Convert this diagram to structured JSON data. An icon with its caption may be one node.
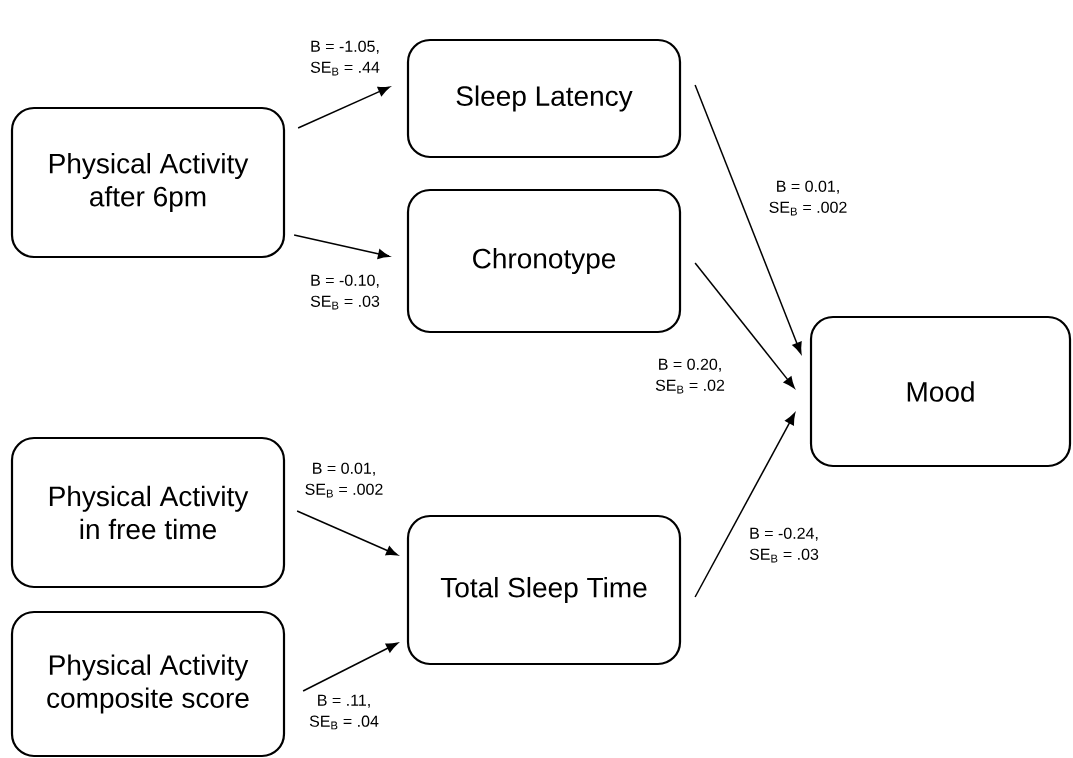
{
  "diagram": {
    "nodes": [
      {
        "text": [
          "Physical Activity after 6pm"
        ]
      },
      {
        "text": [
          "Sleep Latency"
        ]
      },
      {
        "text": [
          "Chronotype"
        ]
      },
      {
        "text": [
          "Physical Activity in free time"
        ]
      },
      {
        "text": [
          "Physical Activity composite score"
        ]
      },
      {
        "text": [
          "Total Sleep Time"
        ]
      },
      {
        "text": [
          "Mood"
        ]
      }
    ],
    "edges": [
      {
        "from": 0,
        "to": 1,
        "arrow": "to",
        "label": "B = -1.05, SE$_{B}$ = .44"
      },
      {
        "from": 0,
        "to": 2,
        "arrow": "to",
        "label": "B = -0.10, SE$_{B}$ = .03"
      },
      {
        "from": 1,
        "to": 6,
        "arrow": "to",
        "label": "B = 0.01, SE$_{B}$ = .002"
      },
      {
        "from": 2,
        "to": 6,
        "arrow": "to",
        "label": "B = 0.20, SE$_{B}$ = .02"
      },
      {
        "from": 3,
        "to": 5,
        "arrow": "to",
        "label": "B = 0.01, SE$_{B}$ = .002"
      },
      {
        "from": 4,
        "to": 5,
        "arrow": "to",
        "label": "B = .11, SE$_{B}$ = .04"
      },
      {
        "from": 5,
        "to": 6,
        "arrow": "to",
        "label": "B = -0.24, SE$_{B}$ = .03"
      }
    ]
  }
}
